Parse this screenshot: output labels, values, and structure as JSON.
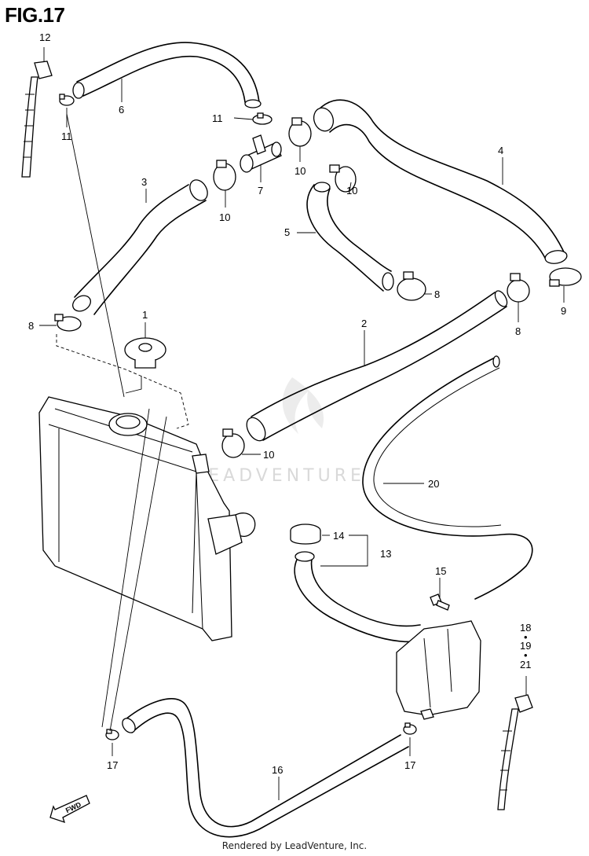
{
  "figure": {
    "title": "FIG.17",
    "footer": "Rendered by LeadVenture, Inc.",
    "watermark": "LEADVENTURE",
    "fwd_label": "FWD"
  },
  "callouts": {
    "c1": "1",
    "c2": "2",
    "c3": "3",
    "c4": "4",
    "c5": "5",
    "c6": "6",
    "c7": "7",
    "c8a": "8",
    "c8b": "8",
    "c8c": "8",
    "c9": "9",
    "c10a": "10",
    "c10b": "10",
    "c10c": "10",
    "c10d": "10",
    "c11a": "11",
    "c11b": "11",
    "c12": "12",
    "c13": "13",
    "c14": "14",
    "c15": "15",
    "c16": "16",
    "c17a": "17",
    "c17b": "17",
    "c18": "18",
    "c19": "19",
    "c21": "21",
    "c20": "20"
  },
  "colors": {
    "line": "#000000",
    "watermark": "#d9d9d9"
  }
}
